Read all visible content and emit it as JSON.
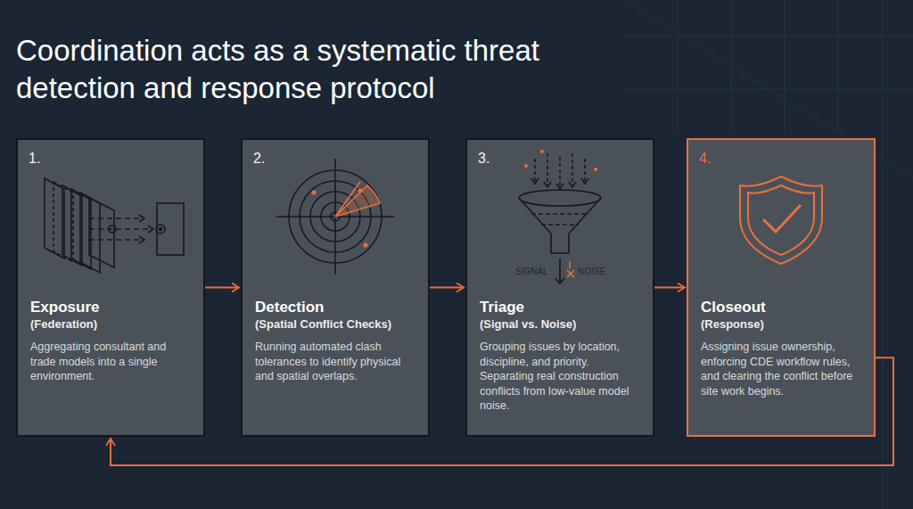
{
  "diagram": {
    "title": "Coordination acts as a systematic threat detection and response protocol",
    "nodes": [
      {
        "text": [
          "1.",
          "Exposure",
          "(Federation)",
          "Aggregating consultant and trade models into a single environment."
        ]
      },
      {
        "text": [
          "2.",
          "Detection",
          "(Spatial Conflict Checks)",
          "Running automated clash tolerances to identify physical and spatial overlaps."
        ]
      },
      {
        "text": [
          "3.",
          "Triage",
          "(Signal vs. Noise)",
          "Grouping issues by location, discipline, and priority. Separating real construction conflicts from low-value model noise."
        ]
      },
      {
        "text": [
          "4.",
          "Closeout",
          "(Response)",
          "Assigning issue ownership, enforcing CDE workflow rules, and clearing the conflict before site work begins."
        ]
      }
    ],
    "edges": [
      {
        "from": 0,
        "to": 1,
        "arrow": "to"
      },
      {
        "from": 1,
        "to": 2,
        "arrow": "to"
      },
      {
        "from": 2,
        "to": 3,
        "arrow": "to"
      },
      {
        "from": 3,
        "to": 0,
        "arrow": "to"
      }
    ],
    "labels": [
      "SIGNAL",
      "NOISE"
    ]
  }
}
